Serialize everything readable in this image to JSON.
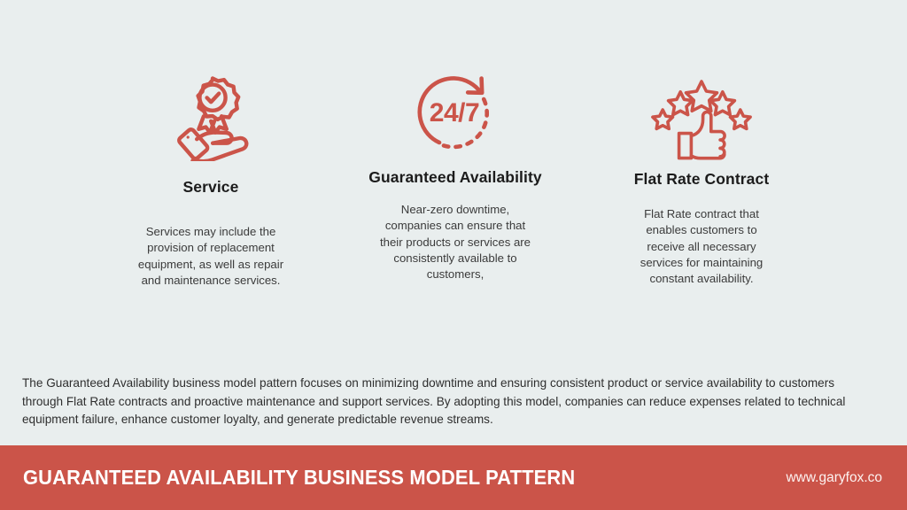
{
  "theme": {
    "background": "#e9eeee",
    "accent": "#cb5449",
    "title_text": "#1b1b1b",
    "body_text": "#3b3b3b",
    "footer_text": "#ffffff"
  },
  "columns": [
    {
      "icon": "hand-holding-award-badge-icon",
      "title": "Service",
      "body": "Services may include the provision of replacement equipment, as well as repair and maintenance services."
    },
    {
      "icon": "24-7-availability-icon",
      "title": "Guaranteed Availability",
      "body": "Near-zero downtime, companies can ensure that their products or services are consistently available to customers,"
    },
    {
      "icon": "thumbs-up-five-stars-icon",
      "title": "Flat Rate Contract",
      "body": "Flat Rate contract that enables customers to receive all necessary services for maintaining constant availability."
    }
  ],
  "summary": {
    "text": "The Guaranteed Availability business model pattern focuses on minimizing downtime and ensuring consistent product or service availability to customers through Flat Rate contracts and proactive maintenance and support services. By adopting this model, companies can reduce expenses related to technical equipment failure, enhance customer loyalty, and generate predictable revenue streams."
  },
  "footer": {
    "title": "GUARANTEED AVAILABILITY BUSINESS MODEL PATTERN",
    "url": "www.garyfox.co"
  }
}
